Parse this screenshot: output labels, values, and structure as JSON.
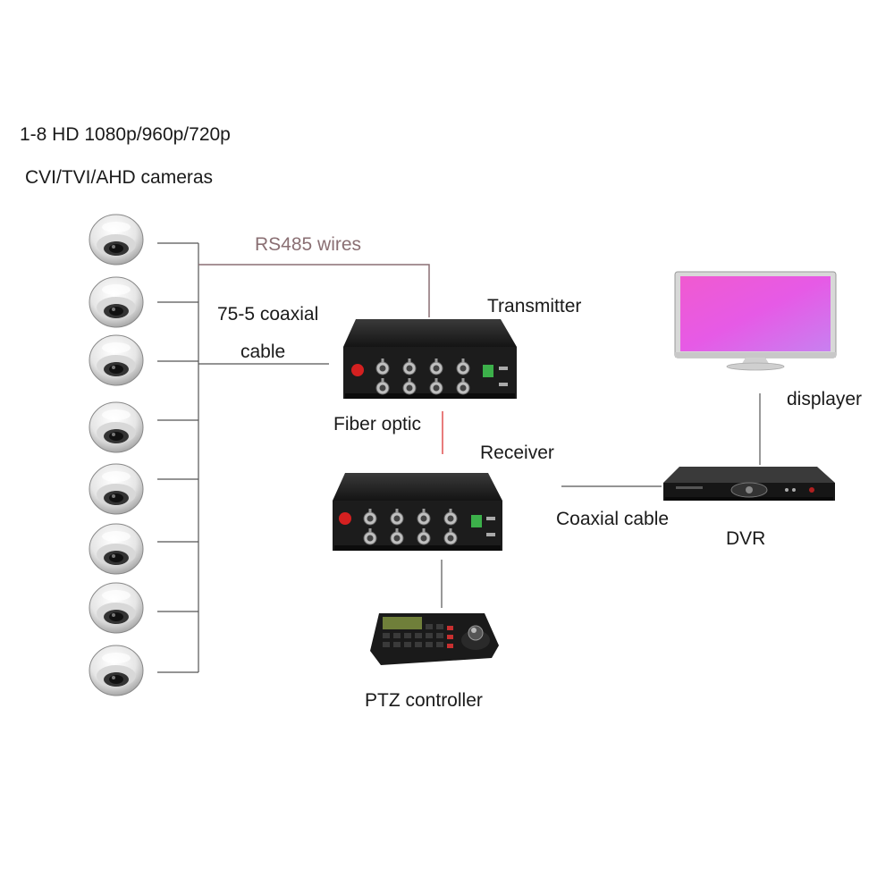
{
  "labels": {
    "title_line1": "1-8 HD 1080p/960p/720p",
    "title_line2": "CVI/TVI/AHD cameras",
    "rs485": "RS485 wires",
    "coax_line1": "75-5 coaxial",
    "coax_line2": "cable",
    "transmitter": "Transmitter",
    "fiber": "Fiber optic",
    "receiver": "Receiver",
    "displayer": "displayer",
    "coaxial_cable": "Coaxial cable",
    "dvr": "DVR",
    "ptz": "PTZ controller"
  },
  "colors": {
    "rs485_wire": "#8a6f73",
    "fiber_line": "#e05050",
    "cable_line": "#555555",
    "device_body": "#1c1c1c",
    "screen_magenta": "#e040d8"
  }
}
